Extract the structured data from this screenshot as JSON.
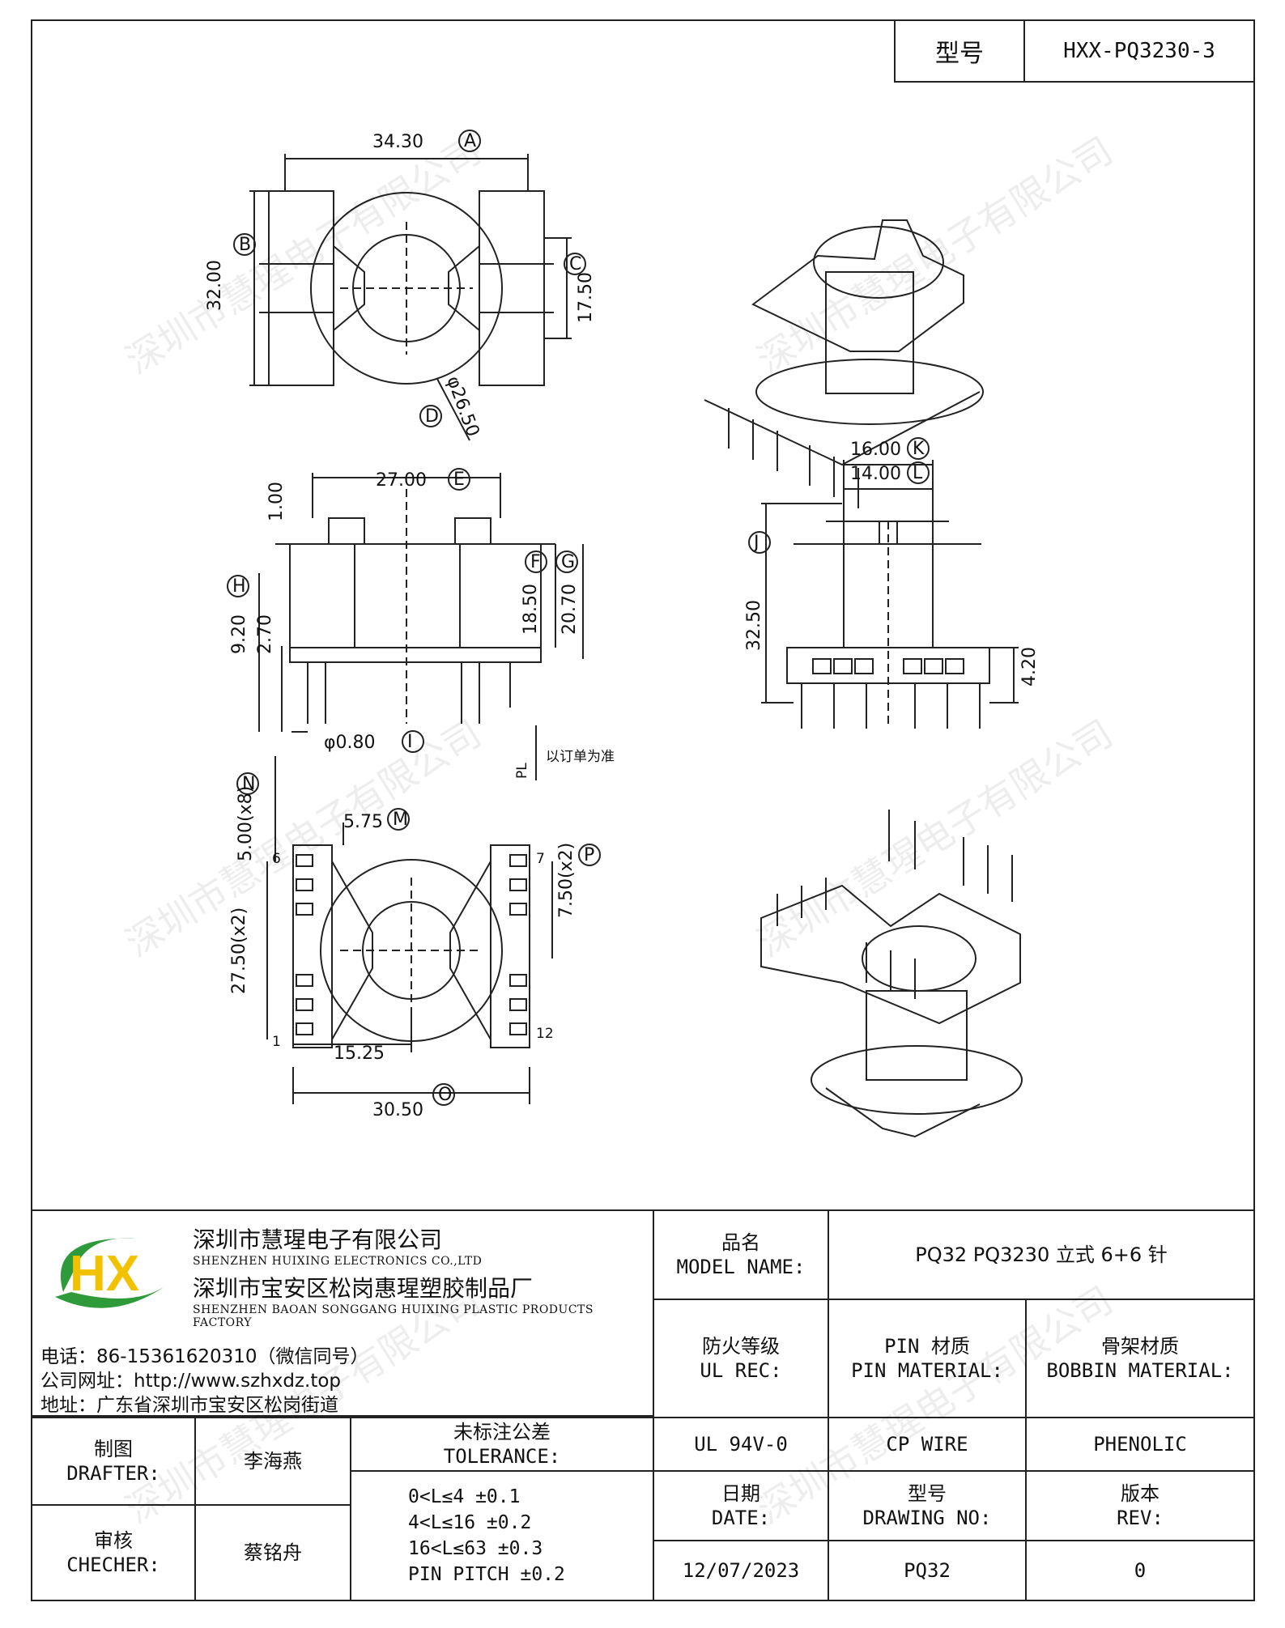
{
  "header": {
    "model_label": "型号",
    "model_value": "HXX-PQ3230-3"
  },
  "dimensions": {
    "A": "34.30",
    "B": "32.00",
    "C": "17.50",
    "D": "φ26.50",
    "E": "27.00",
    "F": "18.50",
    "G": "20.70",
    "H": "9.20",
    "H2": "2.70",
    "top_gap": "1.00",
    "I": "φ0.80",
    "K": "16.00",
    "L": "14.00",
    "J": "32.50",
    "K2": "4.20",
    "N": "5.00(x8)",
    "M": "5.75",
    "P": "7.50(x2)",
    "Q_left": "27.50(x2)",
    "center": "15.25",
    "O": "30.50",
    "letters": [
      "A",
      "B",
      "C",
      "D",
      "E",
      "F",
      "G",
      "H",
      "I",
      "K",
      "L",
      "J",
      "N",
      "M",
      "P",
      "O"
    ],
    "pin_labels": [
      "6",
      "7",
      "1",
      "12"
    ],
    "pl_note": "以订单为准",
    "pl_label": "PL"
  },
  "watermark": "深圳市慧瑆电子有限公司",
  "company": {
    "logo_text": "HX",
    "name_cn": "深圳市慧瑆电子有限公司",
    "name_en": "SHENZHEN HUIXING ELECTRONICS CO.,LTD",
    "factory_cn": "深圳市宝安区松岗惠瑆塑胶制品厂",
    "factory_en": "SHENZHEN BAOAN SONGGANG HUIXING PLASTIC PRODUCTS FACTORY",
    "phone": "电话：86-15361620310（微信同号）",
    "website": "公司网址：http://www.szhxdz.top",
    "address": "地址：广东省深圳市宝安区松岗街道"
  },
  "titleblock": {
    "model_name_cn": "品名",
    "model_name_en": "MODEL NAME:",
    "model_name_value": "PQ32 PQ3230 立式 6+6 针",
    "ul_cn": "防火等级",
    "ul_en": "UL REC:",
    "pin_cn": "PIN 材质",
    "pin_en": "PIN MATERIAL:",
    "bobbin_cn": "骨架材质",
    "bobbin_en": "BOBBIN MATERIAL:",
    "ul_value": "UL 94V-0",
    "pin_value": "CP WIRE",
    "bobbin_value": "PHENOLIC",
    "drafter_cn": "制图",
    "drafter_en": "DRAFTER:",
    "drafter_name": "李海燕",
    "checker_cn": "审核",
    "checker_en": "CHECHER:",
    "checker_name": "蔡铭舟",
    "tol_cn": "未标注公差",
    "tol_en": "TOLERANCE:",
    "tol_lines": [
      "0<L≤4   ±0.1",
      "4<L≤16  ±0.2",
      "16<L≤63 ±0.3",
      "PIN PITCH ±0.2"
    ],
    "date_cn": "日期",
    "date_en": "DATE:",
    "date_value": "12/07/2023",
    "dwg_cn": "型号",
    "dwg_en": "DRAWING NO:",
    "dwg_value": "PQ32",
    "rev_cn": "版本",
    "rev_en": "REV:",
    "rev_value": "0"
  },
  "colors": {
    "logo_green": "#2e9a3a",
    "logo_yellow": "#f2c200",
    "line": "#222222"
  }
}
